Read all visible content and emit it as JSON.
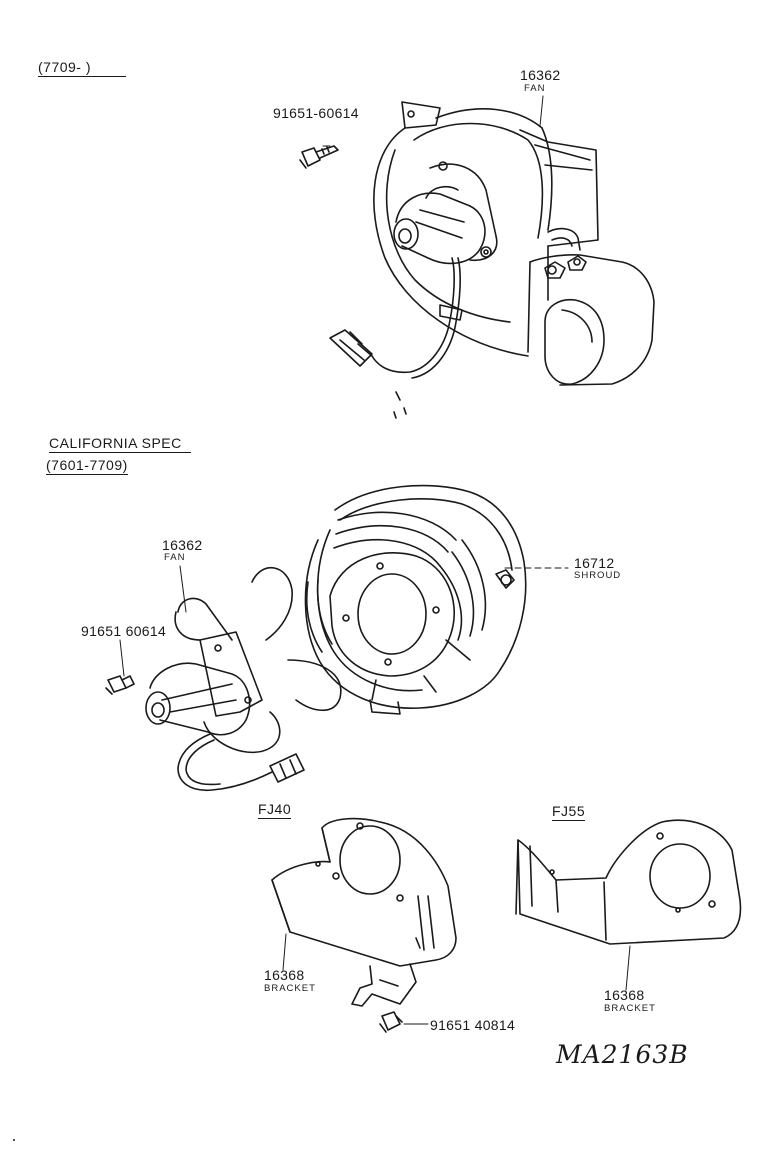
{
  "header": {
    "date_range": "(7709-        )"
  },
  "california": {
    "title": "CALIFORNIA SPEC",
    "date_range": "(7601-7709)"
  },
  "parts": {
    "fan_upper": {
      "number": "16362",
      "name": "FAN"
    },
    "screw_upper": {
      "number": "91651-60614"
    },
    "fan_lower": {
      "number": "16362",
      "name": "FAN"
    },
    "screw_lower": {
      "number": "91651 60614"
    },
    "shroud": {
      "number": "16712",
      "name": "SHROUD"
    },
    "bracket_fj40": {
      "number": "16368",
      "name": "BRACKET"
    },
    "bracket_fj55": {
      "number": "16368",
      "name": "BRACKET"
    },
    "screw_bracket": {
      "number": "91651 40814"
    }
  },
  "variants": {
    "fj40": "FJ40",
    "fj55": "FJ55"
  },
  "figure_code": "MA2163B",
  "colors": {
    "ink": "#1a1a1a",
    "paper": "#ffffff"
  }
}
